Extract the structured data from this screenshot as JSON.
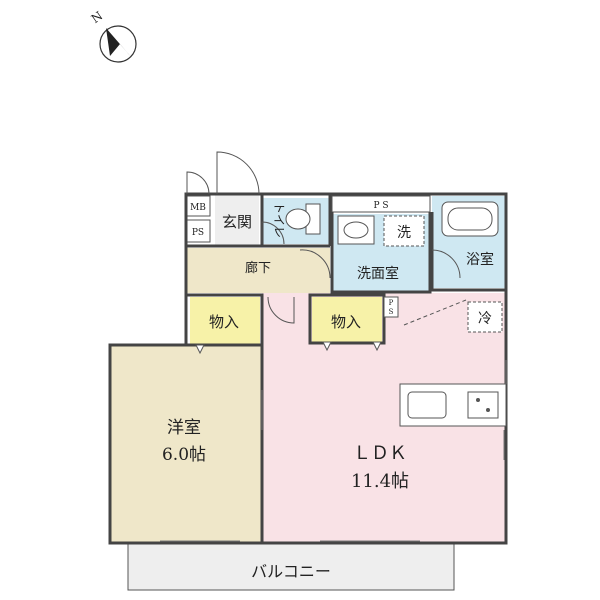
{
  "compass": {
    "label": "N",
    "icon": "north-arrow-icon"
  },
  "rooms": {
    "western_room": {
      "name": "洋室",
      "size": "6.0帖"
    },
    "ldk": {
      "name": "ＬＤＫ",
      "size": "11.4帖"
    },
    "entrance": {
      "name": "玄関"
    },
    "toilet": {
      "name": "トイレ"
    },
    "washroom": {
      "name": "洗面室"
    },
    "bathroom": {
      "name": "浴室"
    },
    "hallway": {
      "name": "廊下"
    },
    "storage_left": {
      "name": "物入"
    },
    "storage_mid": {
      "name": "物入"
    },
    "balcony": {
      "name": "バルコニー"
    }
  },
  "symbols": {
    "mb": "MB",
    "ps_entrance": "PS",
    "ps_top": "P S",
    "ps_ldk": "PS",
    "washer": "洗",
    "fridge": "冷"
  },
  "colors": {
    "ldk": "#f9e2e6",
    "western_room": "#efe7c9",
    "storage": "#f7f2a8",
    "wet_area": "#cfe8f2",
    "hallway": "#efe7c9",
    "balcony": "#eeeeee",
    "wall": "#444444"
  }
}
